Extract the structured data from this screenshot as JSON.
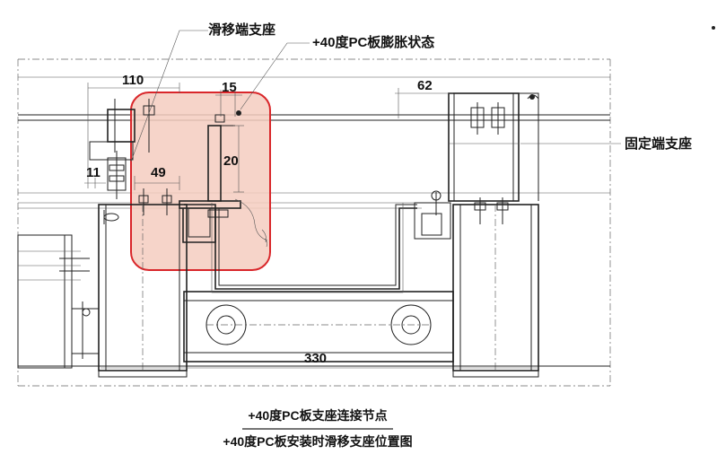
{
  "callouts": {
    "sliding_support": "滑移端支座",
    "expansion_state": "+40度PC板膨胀状态",
    "fixed_support": "固定端支座"
  },
  "dimensions": {
    "d110": "110",
    "d15": "15",
    "d62": "62",
    "d20": "20",
    "d11": "11",
    "d49": "49",
    "d330": "330"
  },
  "captions": {
    "line1": "+40度PC板支座连接节点",
    "line2": "+40度PC板安装时滑移支座位置图"
  },
  "colors": {
    "highlight_fill": "#f4cdbf",
    "highlight_stroke": "#d9262a",
    "line": "#222222"
  }
}
